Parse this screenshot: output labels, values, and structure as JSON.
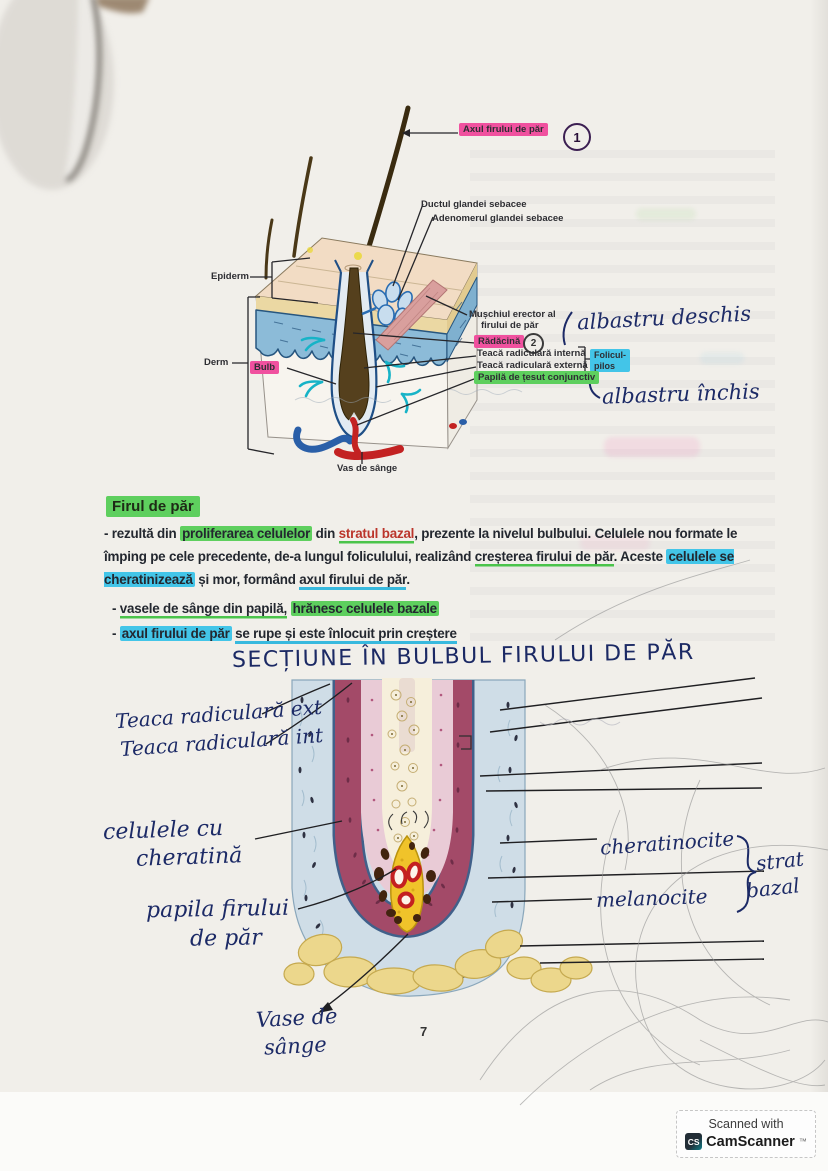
{
  "page": {
    "number": "7"
  },
  "colors": {
    "highlight_pink": "#f0519f",
    "highlight_green": "#5ecf5e",
    "highlight_cyan": "#43c5e8",
    "underline_green": "#4bc44b",
    "underline_cyan": "#38b9de",
    "handwriting_ink": "#1c2a66",
    "red_text": "#bb352b"
  },
  "skin_diagram": {
    "axul": "Axul firului de păr",
    "axul_num": "1",
    "duct": "Ductul glandei sebacee",
    "adenomer": "Adenomerul glandei sebacee",
    "epiderm": "Epiderm",
    "derm": "Derm",
    "bulb": "Bulb",
    "muschi_l1": "Mușchiul erector al",
    "muschi_l2": "firului de păr",
    "radacina": "Rădăcină",
    "radacina_num": "2",
    "teaca_interna": "Teacă radiculară internă",
    "teaca_externa": "Teacă radiculară externă",
    "folicul_l1": "Folicul-",
    "folicul_l2": "pilos",
    "papila": "Papilă de țesut conjunctiv",
    "vas": "Vas de sânge",
    "nota_albastru_deschis": "albastru deschis",
    "nota_albastru_inchis": "albastru închis"
  },
  "notes": {
    "heading": "Firul de păr",
    "p1": [
      {
        "t": "- rezultă din "
      },
      {
        "t": "proliferarea celulelor"
      },
      {
        "t": " din "
      },
      {
        "t": "stratul bazal"
      },
      {
        "t": ", prezente la nivelul bulbului. Celulele nou formate le împing pe cele precedente, de-a lungul foliculului, realizând "
      },
      {
        "t": "creșterea firului de păr"
      },
      {
        "t": ". Aceste "
      },
      {
        "t": "celulele se cheratinizează"
      },
      {
        "t": " și mor, formând "
      },
      {
        "t": "axul firului de păr"
      },
      {
        "t": "."
      }
    ],
    "b1": [
      {
        "t": "- "
      },
      {
        "t": "vasele de sânge din papilă,"
      },
      {
        "t": " "
      },
      {
        "t": "hrănesc celulele bazale"
      }
    ],
    "b2": [
      {
        "t": "- "
      },
      {
        "t": "axul firului de păr"
      },
      {
        "t": " "
      },
      {
        "t": "se rupe și este înlocuit prin creștere"
      }
    ]
  },
  "bulb_section": {
    "title": "SECȚIUNE ÎN BULBUL FIRULUI DE PĂR",
    "teaca_ext": "Teaca radiculară ext",
    "teaca_int": "Teaca radiculară int",
    "celule_l1": "celulele cu",
    "celule_l2": "cheratină",
    "papila_l1": "papila firului",
    "papila_l2": "de păr",
    "cheratinocite": "cheratinocite",
    "strat": "strat",
    "bazal": "bazal",
    "melanocite": "melanocite",
    "vase_l1": "Vase de",
    "vase_l2": "sânge"
  },
  "badge": {
    "line1": "Scanned with",
    "brand": "CamScanner",
    "tm": "™",
    "icon": "CS"
  }
}
